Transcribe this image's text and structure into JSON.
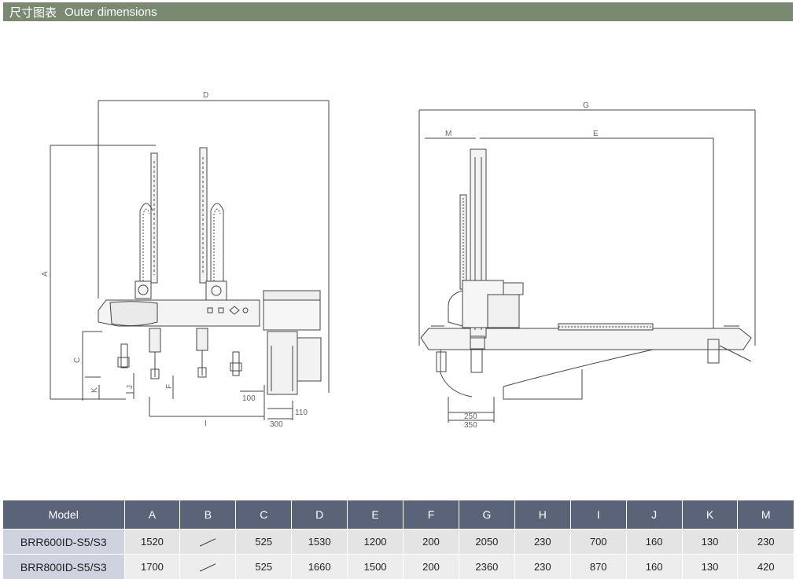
{
  "header": {
    "title_cn": "尺寸图表",
    "title_en": "Outer dimensions"
  },
  "drawing_labels": {
    "A": "A",
    "C": "C",
    "D": "D",
    "E": "E",
    "F": "F",
    "G": "G",
    "I": "I",
    "J": "J",
    "K": "K",
    "M": "M",
    "d300": "300",
    "d110": "110",
    "d250": "250",
    "d350": "350",
    "d100": "100"
  },
  "table": {
    "headers": [
      "Model",
      "A",
      "B",
      "C",
      "D",
      "E",
      "F",
      "G",
      "H",
      "I",
      "J",
      "K",
      "M"
    ],
    "rows": [
      [
        "BRR600ID-S5/S3",
        "1520",
        "",
        "525",
        "1530",
        "1200",
        "200",
        "2050",
        "230",
        "700",
        "160",
        "130",
        "230"
      ],
      [
        "BRR800ID-S5/S3",
        "1700",
        "",
        "525",
        "1660",
        "1500",
        "200",
        "2360",
        "230",
        "870",
        "160",
        "130",
        "420"
      ]
    ]
  }
}
